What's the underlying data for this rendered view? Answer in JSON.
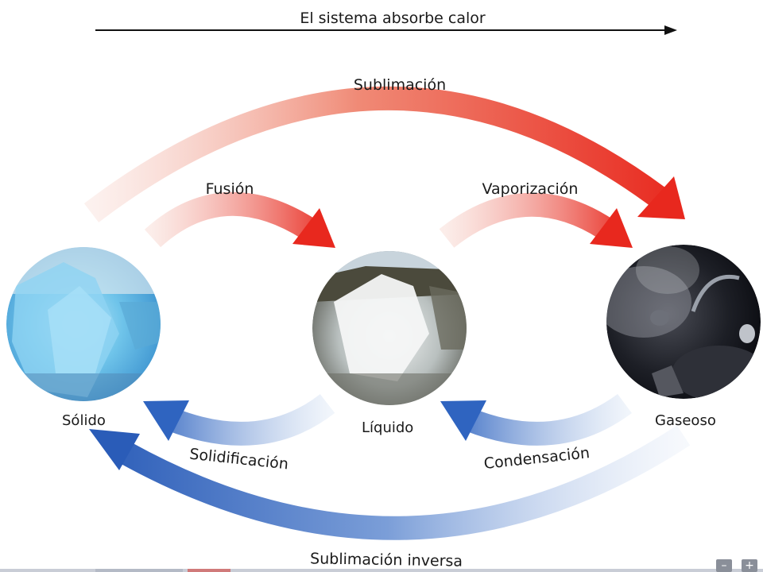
{
  "header": {
    "title": "El sistema absorbe calor"
  },
  "states": {
    "solid": {
      "label": "Sólido"
    },
    "liquid": {
      "label": "Líquido"
    },
    "gas": {
      "label": "Gaseoso"
    }
  },
  "processes": {
    "sublimation": "Sublimación",
    "fusion": "Fusión",
    "vaporization": "Vaporización",
    "solidification": "Solidificación",
    "condensation": "Condensación",
    "inverse_sublimation": "Sublimación inversa"
  },
  "colors": {
    "heat_absorb": "#e8402a",
    "heat_release": "#3a6fc4"
  },
  "zoom": {
    "minus": "–",
    "plus": "+"
  }
}
